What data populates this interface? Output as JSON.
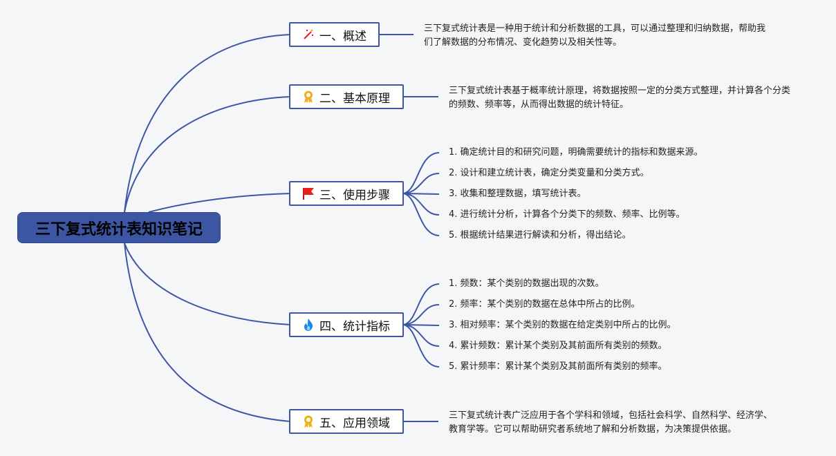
{
  "root": {
    "title": "三下复式统计表知识笔记"
  },
  "branches": [
    {
      "label": "一、概述",
      "icon": "magic-wand-icon",
      "text": "三下复式统计表是一种用于统计和分析数据的工具，可以通过整理和归纳数据，帮助我们了解数据的分布情况、变化趋势以及相关性等。"
    },
    {
      "label": "二、基本原理",
      "icon": "award-ribbon-icon",
      "text": "三下复式统计表基于概率统计原理，将数据按照一定的分类方式整理，并计算各个分类的频数、频率等，从而得出数据的统计特征。"
    },
    {
      "label": "三、使用步骤",
      "icon": "red-flag-icon",
      "items": [
        "1. 确定统计目的和研究问题，明确需要统计的指标和数据来源。",
        "2. 设计和建立统计表，确定分类变量和分类方式。",
        "3. 收集和整理数据，填写统计表。",
        "4. 进行统计分析，计算各个分类下的频数、频率、比例等。",
        "5. 根据统计结果进行解读和分析，得出结论。"
      ]
    },
    {
      "label": "四、统计指标",
      "icon": "blue-flame-icon",
      "items": [
        "1. 频数：某个类别的数据出现的次数。",
        "2. 频率：某个类别的数据在总体中所占的比例。",
        "3. 相对频率：某个类别的数据在给定类别中所占的比例。",
        "4. 累计频数：累计某个类别及其前面所有类别的频数。",
        "5. 累计频率：累计某个类别及其前面所有类别的频率。"
      ]
    },
    {
      "label": "五、应用领域",
      "icon": "award-ribbon-icon",
      "text": "三下复式统计表广泛应用于各个学科和领域，包括社会科学、自然科学、经济学、教育学等。它可以帮助研究者系统地了解和分析数据，为决策提供依据。"
    }
  ],
  "colors": {
    "line": "#3d56a3",
    "root_bg": "#3d56a3",
    "flag": "#e8201a",
    "flame": "#1e88e5",
    "ribbon": "#f2b01e"
  }
}
